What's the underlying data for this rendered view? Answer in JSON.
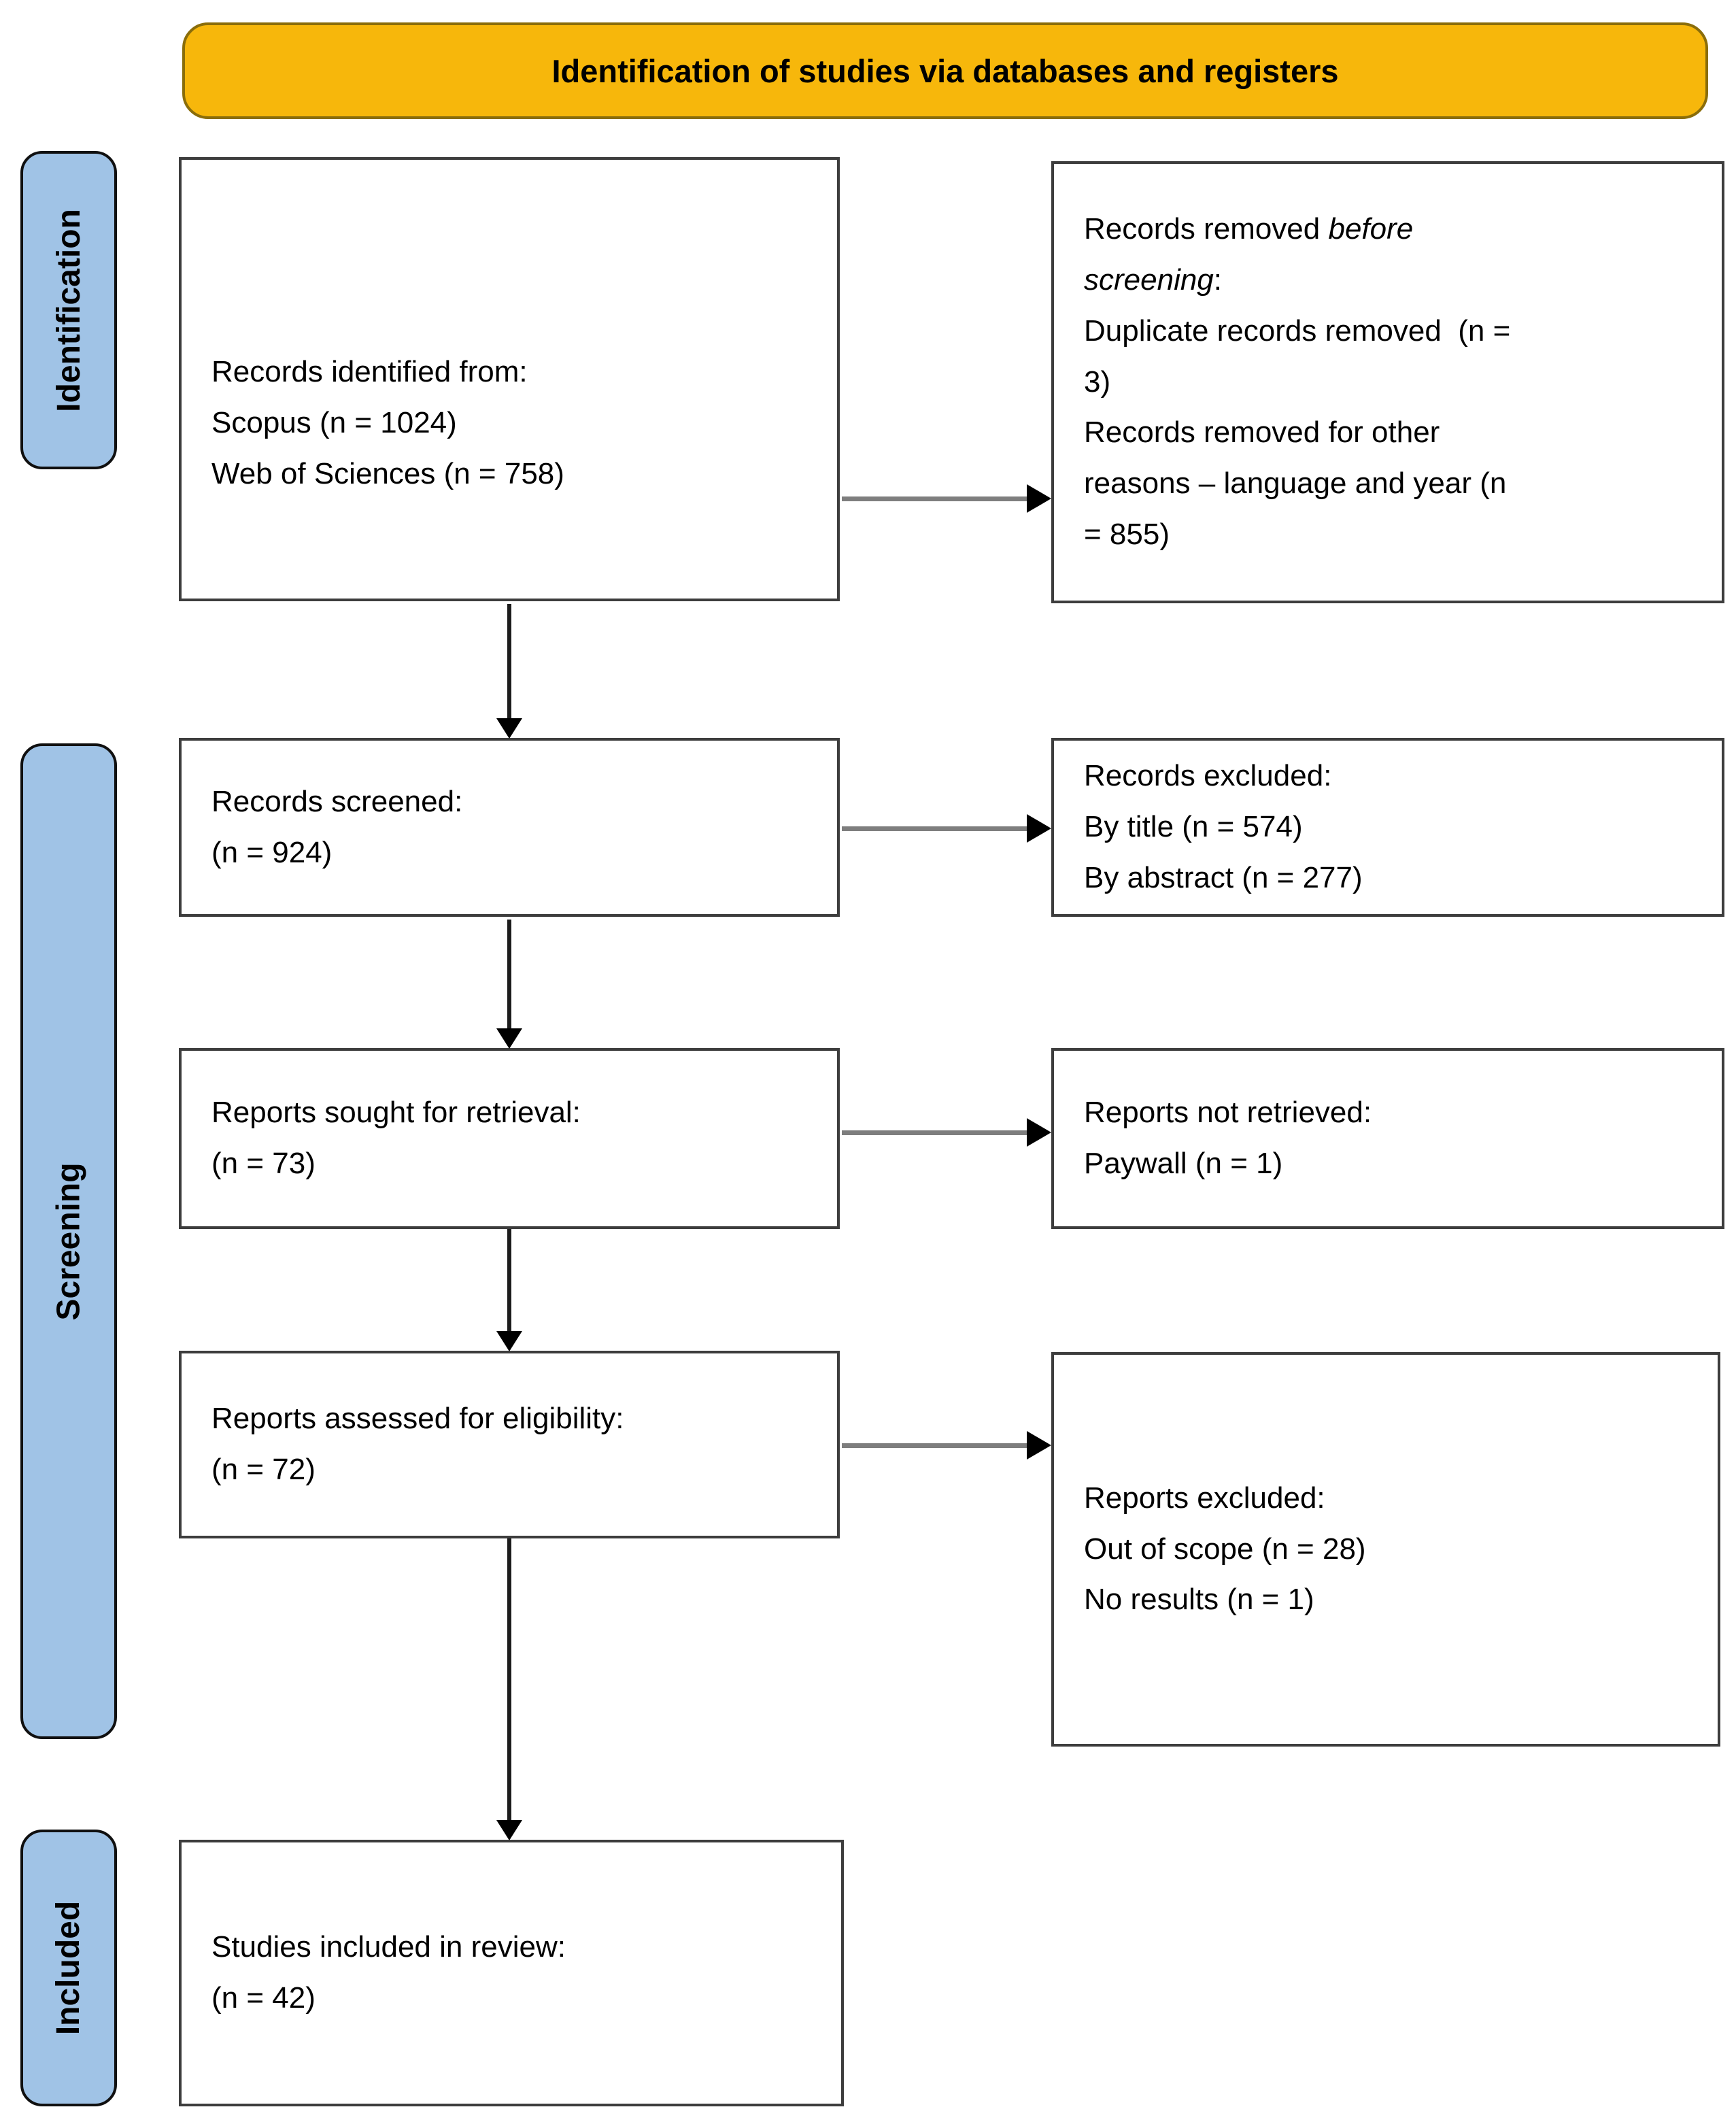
{
  "banner": {
    "label": "Identification of studies via databases and registers"
  },
  "sidebar": {
    "items": [
      {
        "label": "Identification"
      },
      {
        "label": "Screening"
      },
      {
        "label": "Included"
      }
    ]
  },
  "boxes": {
    "records_identified": {
      "lines": [
        [
          "Records identified from:"
        ],
        [
          "Scopus (n = 1024)"
        ],
        [
          "Web of Sciences (n = 758)"
        ]
      ]
    },
    "records_removed": {
      "lines": [
        [
          "Records removed ",
          {
            "i": "before"
          }
        ],
        [
          {
            "i": "screening"
          },
          ":"
        ],
        [
          "Duplicate records removed  (n ="
        ],
        [
          "3)"
        ],
        [
          "Records removed for other"
        ],
        [
          "reasons – language and year (n"
        ],
        [
          "= 855)"
        ]
      ]
    },
    "records_screened": {
      "lines": [
        [
          "Records screened:"
        ],
        [
          "(n = 924)"
        ]
      ]
    },
    "records_excluded": {
      "lines": [
        [
          "Records excluded:"
        ],
        [
          "By title (n = 574)"
        ],
        [
          "By abstract (n = 277)"
        ]
      ]
    },
    "reports_sought": {
      "lines": [
        [
          "Reports sought for retrieval:"
        ],
        [
          "(n = 73)"
        ]
      ]
    },
    "reports_not_retrieved": {
      "lines": [
        [
          "Reports not retrieved:"
        ],
        [
          "Paywall (n = 1)"
        ]
      ]
    },
    "reports_assessed": {
      "lines": [
        [
          "Reports assessed for eligibility:"
        ],
        [
          "(n = 72)"
        ]
      ]
    },
    "reports_excluded": {
      "lines": [
        [
          "Reports excluded:"
        ],
        [
          "Out of scope (n = 28)"
        ],
        [
          "No results (n = 1)"
        ]
      ]
    },
    "studies_included": {
      "lines": [
        [
          "Studies included in review:"
        ],
        [
          "(n = 42)"
        ]
      ]
    }
  },
  "colors": {
    "banner_bg": "#F7B70B",
    "banner_border": "#8A6D0A",
    "sidebar_bg": "#A0C3E6",
    "box_border": "#3D3D3D",
    "stem_gray": "#7E7E7E",
    "arrow_black": "#000000"
  }
}
